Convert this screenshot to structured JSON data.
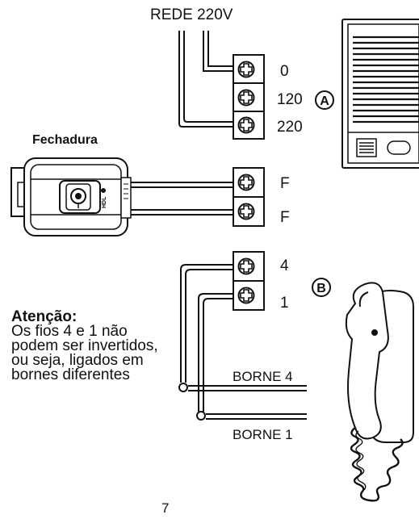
{
  "network_label": "REDE 220V",
  "block_a": {
    "terminals": [
      "0",
      "120",
      "220"
    ],
    "marker": "A"
  },
  "lock": {
    "title": "Fechadura",
    "brand": "HDL",
    "terminals": [
      "F",
      "F"
    ]
  },
  "block_b": {
    "terminals": [
      "4",
      "1"
    ],
    "marker": "B"
  },
  "bornes": [
    "BORNE 4",
    "BORNE 1"
  ],
  "attention": {
    "title": "Atenção:",
    "body": "Os fios 4 e 1 não podem ser invertidos, ou seja, ligados em bornes diferentes"
  },
  "page_number": "7"
}
